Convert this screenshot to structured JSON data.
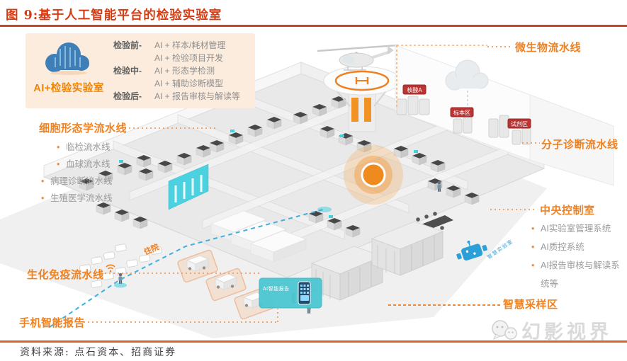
{
  "title": "图 9:基于人工智能平台的检验实验室",
  "legend": {
    "name": "AI+检验实验室",
    "stages": [
      {
        "label": "检验前-",
        "items": [
          "AI + 样本/耗材管理",
          "AI + 检验项目开发"
        ]
      },
      {
        "label": "检验中-",
        "items": [
          "AI + 形态学检测",
          "AI + 辅助诊断模型"
        ]
      },
      {
        "label": "检验后-",
        "items": [
          "AI + 报告审核与解读等"
        ]
      }
    ]
  },
  "left_labels": {
    "cell_morphology": {
      "title": "细胞形态学流水线",
      "items": [
        "临检流水线",
        "血球流水线",
        "病理诊断流水线",
        "生殖医学流水线"
      ]
    },
    "biochem_immunity": "生化免疫流水线",
    "phone_report": "手机智能报告"
  },
  "right_labels": {
    "microbe": "微生物流水线",
    "molecular": "分子诊断流水线",
    "control_room": {
      "title": "中央控制室",
      "items": [
        "AI实验室管理系统",
        "AI质控系统",
        "AI报告审核与解读系统等"
      ]
    },
    "sampling": "智慧采样区"
  },
  "scene": {
    "zone_tags": [
      "核酸A",
      "标本区",
      "试剂区"
    ],
    "inpatient_label": "住院",
    "phone_card_label": "AI智能报告",
    "floor_brand": "智慧实验室"
  },
  "footer": {
    "source": "资料来源: 点石资本、招商证券"
  },
  "watermark": "幻影视界",
  "colors": {
    "title_red": "#d63b12",
    "accent_orange": "#ef8222",
    "legend_bg": "#fcecdd",
    "teal": "#3fd0e0",
    "blue_dash": "#3fb0de",
    "tag_red": "#bb3434",
    "rule_orange": "#d96327"
  }
}
